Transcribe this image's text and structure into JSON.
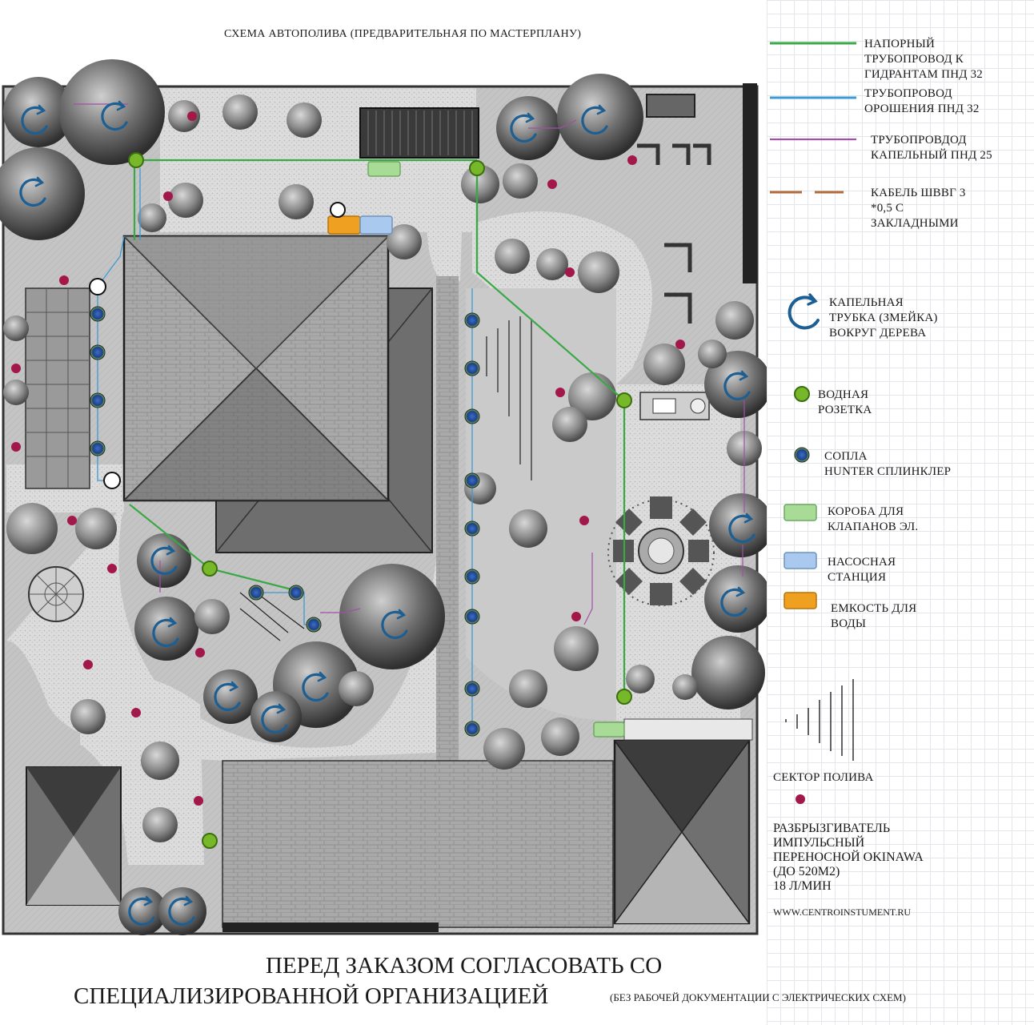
{
  "plan": {
    "title": "СХЕМА АВТОПОЛИВА (ПРЕДВАРИТЕЛЬНАЯ ПО МАСТЕРПЛАНУ)",
    "notice_line1": "ПЕРЕД ЗАКАЗОМ СОГЛАСОВАТЬ СО",
    "notice_line2": "СПЕЦИАЛИЗИРОВАННОЙ ОРГАНИЗАЦИЕЙ",
    "notice_sub": "(БЕЗ РАБОЧЕЙ ДОКУМЕНТАЦИИ С ЭЛЕКТРИЧЕСКИХ СХЕМ)"
  },
  "legend": {
    "pressure_pipe": "НАПОРНЫЙ\nТРУБОПРОВОД К\nГИДРАНТАМ ПНД 32",
    "irrigation_pipe": "ТРУБОПРОВОД\nОРОШЕНИЯ ПНД 32",
    "drip_pipe": "ТРУБОПРОВДОД\nКАПЕЛЬНЫЙ ПНД 25",
    "cable": "КАБЕЛЬ ШВВГ 3\n*0,5 С\nЗАКЛАДНЫМИ",
    "drip_tube": "КАПЕЛЬНАЯ\nТРУБКА (ЗМЕЙКА)\nВОКРУГ ДЕРЕВА",
    "water_outlet": "ВОДНАЯ\nРОЗЕТКА",
    "nozzles": "СОПЛА\nHUNTER   СПЛИНКЛЕР",
    "valve_boxes": "КОРОБА ДЛЯ\nКЛАПАНОВ ЭЛ.",
    "pump_station": "НАСОСНАЯ\nСТАНЦИЯ",
    "water_tank": "ЕМКОСТЬ ДЛЯ\nВОДЫ",
    "watering_sector": "СЕКТОР ПОЛИВА",
    "okinawa": "РАЗБРЫЗГИВАТЕЛЬ\nИМПУЛЬСНЫЙ\nПЕРЕНОСНОЙ OKINAWA\n(ДО 520М2)\n18 Л/МИН",
    "okinawa_url": "WWW.CENTROINSTUMENT.RU"
  },
  "colors": {
    "pressure_pipe": "#3aa845",
    "irrigation_pipe": "#3c9ad4",
    "drip_pipe": "#a24fa8",
    "cable": "#b06a3c",
    "drip_tube_icon": "#1d5f93",
    "water_outlet": "#76b82a",
    "nozzle": "#1f3f86",
    "valve_box": "#a8dc96",
    "pump_station": "#a9c9ee",
    "water_tank": "#f0a020",
    "impulse_sprinkler": "#a3184a"
  }
}
